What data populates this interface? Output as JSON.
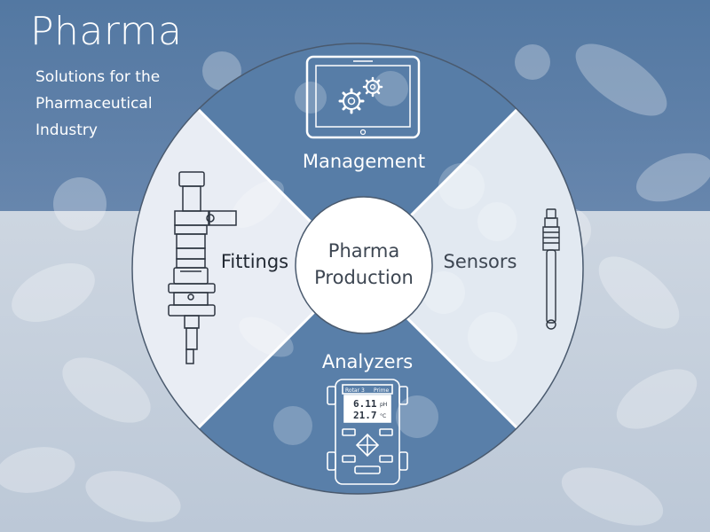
{
  "header": {
    "title": "Pharma",
    "subtitle": "Solutions for the Pharmaceutical Industry"
  },
  "center": {
    "line1": "Pharma",
    "line2": "Production"
  },
  "segments": {
    "management": "Management",
    "fittings": "Fittings",
    "sensors": "Sensors",
    "analyzers": "Analyzers"
  },
  "analyzer_display": {
    "header_left": "Rotar 3",
    "header_right": "Prime",
    "reading1": "6.11",
    "unit1": "pH",
    "reading2": "21.7",
    "unit2": "°C"
  },
  "colors": {
    "brand_blue": "#4b74a1",
    "light_segment": "#e6ecf3",
    "white": "#ffffff"
  },
  "icons": {
    "management": "tablet-gears-icon",
    "fittings": "fitting-instrument-icon",
    "sensors": "probe-sensor-icon",
    "analyzers": "handheld-analyzer-icon"
  }
}
